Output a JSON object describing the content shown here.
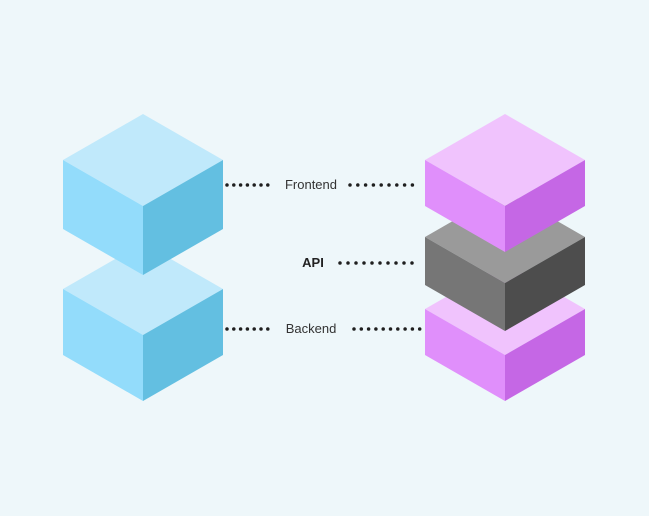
{
  "labels": {
    "frontend": "Frontend",
    "api": "API",
    "backend": "Backend"
  },
  "colors": {
    "background": "#eef7fa",
    "blue": {
      "top": "#c0e9fb",
      "left": "#93dcfb",
      "right": "#63bfe1"
    },
    "purple": {
      "top": "#f0c3fd",
      "left": "#e08ffb",
      "right": "#c567e5"
    },
    "gray": {
      "top": "#9a9a9a",
      "left": "#767676",
      "right": "#4d4d4d"
    },
    "connector": "#1f1f1f"
  }
}
